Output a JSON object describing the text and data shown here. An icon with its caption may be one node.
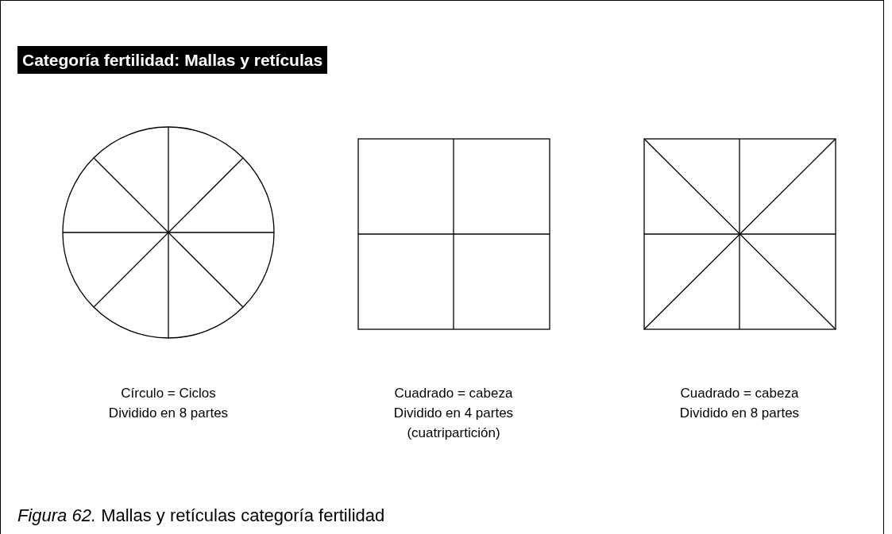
{
  "diagram": {
    "title": "Categoría fertilidad: Mallas y retículas",
    "caption": "*Figura 62.* Mallas y retículas categoría fertilidad",
    "labels": [
      "Círculo = Ciclos",
      "Dividido en 8 partes",
      "Cuadrado = cabeza",
      "Dividido en 4 partes",
      "(cuatripartición)",
      "Cuadrado = cabeza",
      "Dividido en 8 partes"
    ]
  }
}
